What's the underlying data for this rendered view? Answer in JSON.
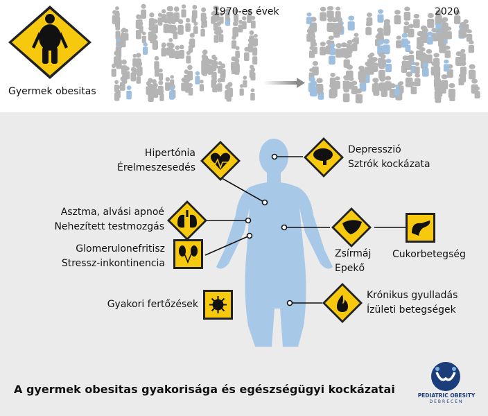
{
  "header": {
    "sign_caption": "Gyermek obesitas",
    "era_before": "1970-es évek",
    "era_after": "2020"
  },
  "risks": {
    "hypertension": [
      "Hipertónia",
      "Érelmeszesedés"
    ],
    "depression": [
      "Depresszió",
      "Sztrók kockázata"
    ],
    "asthma": [
      "Asztma, alvási apnoé",
      "Nehezített testmozgás"
    ],
    "glomerulo": [
      "Glomerulonefritisz",
      "Stressz-inkontinencia"
    ],
    "fatty_liver": [
      "Zsírmáj",
      "Epekő"
    ],
    "diabetes": "Cukorbetegség",
    "infections": "Gyakori fertőzések",
    "inflammation": [
      "Krónikus gyulladás",
      "Ízületi betegségek"
    ]
  },
  "footer": {
    "title": "A gyermek obesitas gyakorisága és egészségügyi kockázatai",
    "logo_line1": "PEDIATRIC OBESITY",
    "logo_line2": "DEBRECEN"
  },
  "colors": {
    "sign_yellow": "#f6c90e",
    "body_blue": "#a8c8e8",
    "crowd_gray": "#b4b4b4",
    "crowd_blue": "#9ebfe0",
    "panel_gray": "#ebebeb",
    "logo_blue": "#1b3d7a"
  }
}
